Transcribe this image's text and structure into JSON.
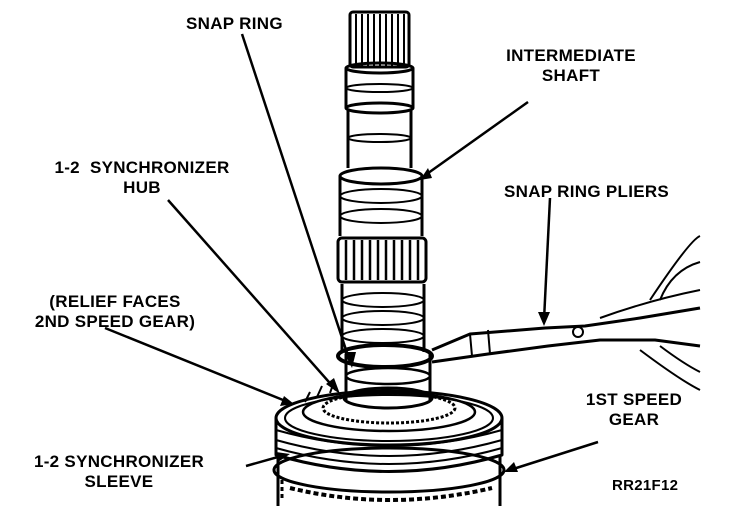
{
  "labels": {
    "snap_ring": "SNAP RING",
    "intermediate_shaft": [
      "INTERMEDIATE",
      "SHAFT"
    ],
    "synchronizer_hub": [
      "1-2  SYNCHRONIZER",
      "HUB"
    ],
    "snap_ring_pliers": "SNAP RING PLIERS",
    "relief_faces": [
      "(RELIEF FACES",
      "2ND SPEED GEAR)"
    ],
    "first_speed_gear": [
      "1ST SPEED",
      "GEAR"
    ],
    "synchronizer_sleeve": [
      "1-2 SYNCHRONIZER",
      "SLEEVE"
    ],
    "figure_code": "RR21F12"
  },
  "colors": {
    "ink": "#000000",
    "paper": "#ffffff"
  }
}
